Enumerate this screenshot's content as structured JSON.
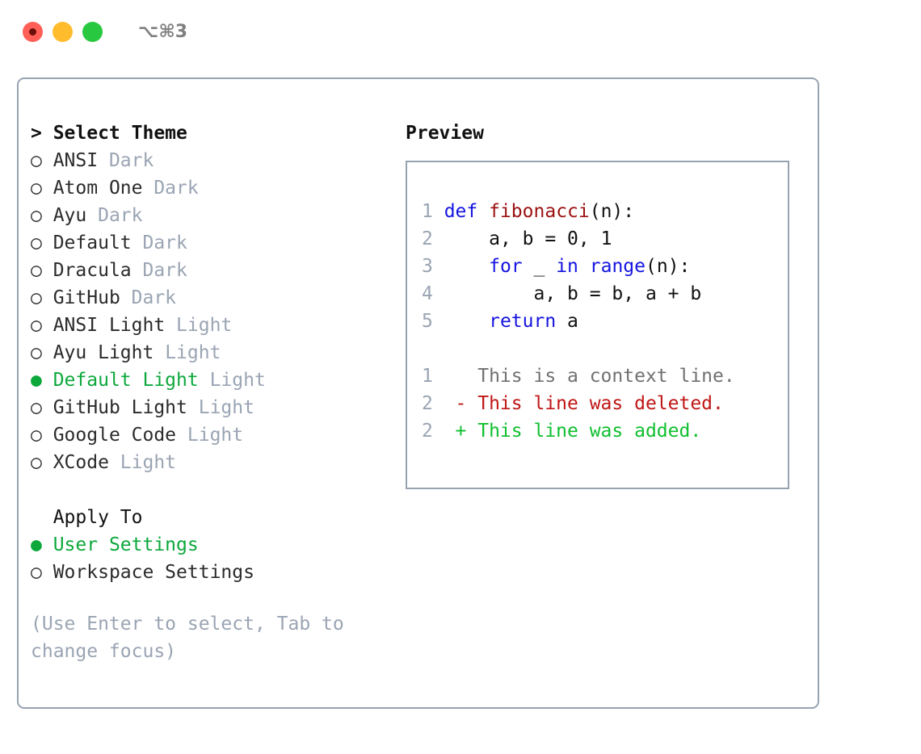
{
  "titlebar": {
    "shortcut": "⌥⌘3",
    "buttons": [
      {
        "name": "close",
        "color": "#ff5f57"
      },
      {
        "name": "minimize",
        "color": "#ffbd2e"
      },
      {
        "name": "maximize",
        "color": "#28c940"
      }
    ]
  },
  "colors": {
    "accent_green": "#0da83c",
    "muted": "#9aa4b3",
    "border": "#98a3b2",
    "keyword_blue": "#1414e0",
    "function_red": "#9c1212",
    "diff_added": "#0fbf2e",
    "diff_deleted": "#c01616",
    "diff_context": "#707070"
  },
  "theme_list": {
    "header": "> Select Theme",
    "bullet_unselected": "○",
    "bullet_selected": "●",
    "items": [
      {
        "name": "ANSI",
        "suffix": "Dark",
        "selected": false
      },
      {
        "name": "Atom One",
        "suffix": "Dark",
        "selected": false
      },
      {
        "name": "Ayu",
        "suffix": "Dark",
        "selected": false
      },
      {
        "name": "Default",
        "suffix": "Dark",
        "selected": false
      },
      {
        "name": "Dracula",
        "suffix": "Dark",
        "selected": false
      },
      {
        "name": "GitHub",
        "suffix": "Dark",
        "selected": false
      },
      {
        "name": "ANSI Light",
        "suffix": "Light",
        "selected": false
      },
      {
        "name": "Ayu Light",
        "suffix": "Light",
        "selected": false
      },
      {
        "name": "Default Light",
        "suffix": "Light",
        "selected": true
      },
      {
        "name": "GitHub Light",
        "suffix": "Light",
        "selected": false
      },
      {
        "name": "Google Code",
        "suffix": "Light",
        "selected": false
      },
      {
        "name": "XCode",
        "suffix": "Light",
        "selected": false
      }
    ]
  },
  "apply_to": {
    "header": "  Apply To",
    "items": [
      {
        "name": "User Settings",
        "selected": true
      },
      {
        "name": "Workspace Settings",
        "selected": false
      }
    ]
  },
  "hint": "(Use Enter to select, Tab to change focus)",
  "preview": {
    "title": "Preview",
    "code_lines": [
      {
        "num": "1",
        "tokens": [
          {
            "t": "def",
            "c": "kw"
          },
          {
            "t": " ",
            "c": "plain"
          },
          {
            "t": "fibonacci",
            "c": "fn"
          },
          {
            "t": "(n):",
            "c": "plain"
          }
        ]
      },
      {
        "num": "2",
        "tokens": [
          {
            "t": "    a, b = 0, 1",
            "c": "plain"
          }
        ]
      },
      {
        "num": "3",
        "tokens": [
          {
            "t": "    ",
            "c": "plain"
          },
          {
            "t": "for",
            "c": "kw"
          },
          {
            "t": " _ ",
            "c": "plain"
          },
          {
            "t": "in",
            "c": "kw"
          },
          {
            "t": " ",
            "c": "plain"
          },
          {
            "t": "range",
            "c": "kw"
          },
          {
            "t": "(n):",
            "c": "plain"
          }
        ]
      },
      {
        "num": "4",
        "tokens": [
          {
            "t": "        a, b = b, a + b",
            "c": "plain"
          }
        ]
      },
      {
        "num": "5",
        "tokens": [
          {
            "t": "    ",
            "c": "plain"
          },
          {
            "t": "return",
            "c": "kw"
          },
          {
            "t": " a",
            "c": "plain"
          }
        ]
      }
    ],
    "diff_lines": [
      {
        "num": "1",
        "marker": "  ",
        "text": "This is a context line.",
        "kind": "d-ctx"
      },
      {
        "num": "2",
        "marker": "- ",
        "text": "This line was deleted.",
        "kind": "d-del"
      },
      {
        "num": "2",
        "marker": "+ ",
        "text": "This line was added.",
        "kind": "d-add"
      }
    ]
  }
}
